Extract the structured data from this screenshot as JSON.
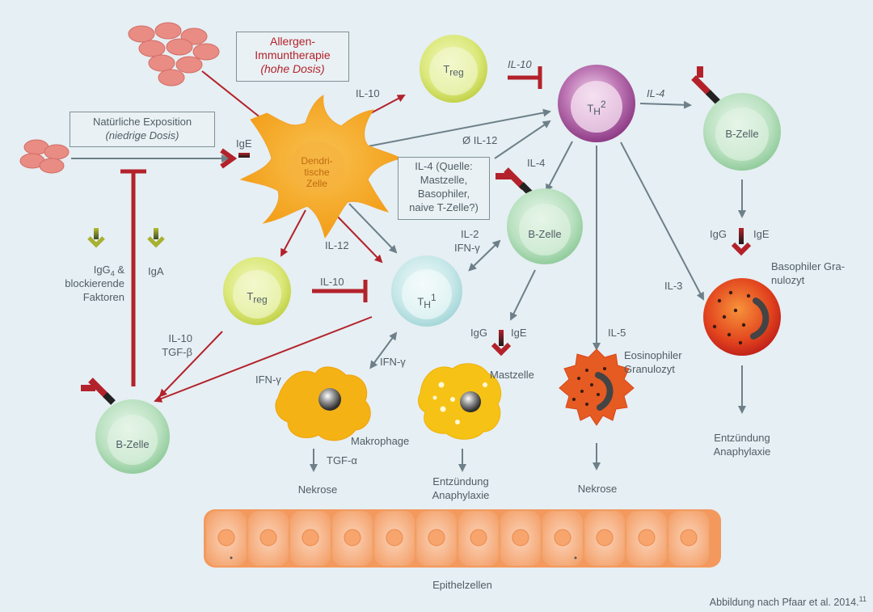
{
  "boxes": {
    "allergen_therapy": {
      "line1": "Allergen-",
      "line2": "Immuntherapie",
      "line3": "(hohe Dosis)"
    },
    "natural_exposure": {
      "line1": "Natürliche Exposition",
      "line2": "(niedrige Dosis)"
    },
    "il4_source": {
      "line1": "IL-4 (Quelle:",
      "line2": "Mastzelle,",
      "line3": "Basophiler,",
      "line4": "naive T-Zelle?)"
    }
  },
  "cells": {
    "dendritic": {
      "line1": "Dendri-",
      "line2": "tische",
      "line3": "Zelle"
    },
    "treg_top": {
      "main": "T",
      "sub": "reg"
    },
    "treg_left": {
      "main": "T",
      "sub": "reg"
    },
    "th2": {
      "main": "T",
      "sub": "H",
      "sup": "2"
    },
    "th1": {
      "main": "T",
      "sub": "H",
      "sup": "1"
    },
    "bcell_right": "B-Zelle",
    "bcell_mid": "B-Zelle",
    "bcell_left": "B-Zelle"
  },
  "labels": {
    "il10_top": "IL-10",
    "il10_treg_th2": "IL-10",
    "il12_th2": "Ø IL-12",
    "il4_th2_bcell": "IL-4",
    "il4_th2_bmid": "IL-4",
    "il12": "IL-12",
    "il2": "IL-2",
    "ifng_il2": "IFN-γ",
    "il10_treg_th1": "IL-10",
    "il10_treg_b": "IL-10",
    "tgfb": "TGF-β",
    "ifng_th1_b": "IFN-γ",
    "ifng_th1_mac": "IFN-γ",
    "il5": "IL-5",
    "il3": "IL-3",
    "ige_dc": "IgE",
    "igg4_main": "IgG",
    "igg4_sub": "4",
    "igg4_rest": " &",
    "blocking_1": "blockierende",
    "blocking_2": "Faktoren",
    "iga": "IgA",
    "igg_mid": "IgG",
    "ige_mid": "IgE",
    "igg_right": "IgG",
    "ige_right": "IgE",
    "mastzelle": "Mastzelle",
    "makrophage": "Makrophage",
    "tgfa": "TGF-α",
    "eos_1": "Eosinophiler",
    "eos_2": "Granulozyt",
    "baso_1": "Basophiler Gra-",
    "baso_2": "nulozyt",
    "necrosis_mac": "Nekrose",
    "necrosis_eos": "Nekrose",
    "inflam_mast_1": "Entzündung",
    "inflam_mast_2": "Anaphylaxie",
    "inflam_baso_1": "Entzündung",
    "inflam_baso_2": "Anaphylaxie",
    "epithel": "Epithelzellen",
    "citation": "Abbildung nach Pfaar et al. 2014.",
    "citation_ref": "11"
  },
  "colors": {
    "background": "#e6eff3",
    "arrow_red": "#b3222b",
    "arrow_gray": "#6d8089",
    "text": "#4f5d64"
  }
}
